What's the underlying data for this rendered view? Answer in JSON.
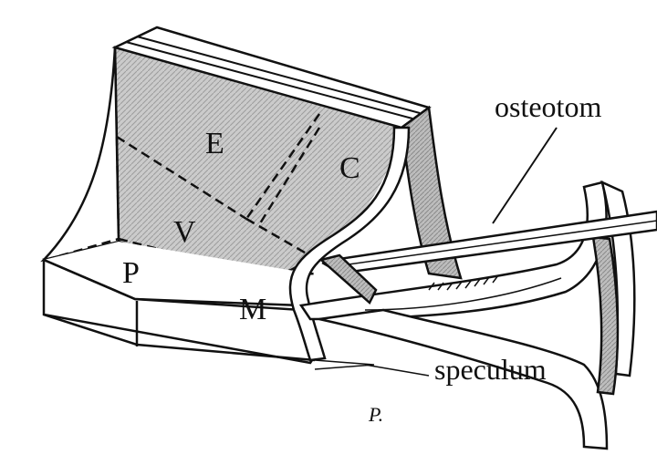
{
  "labels": {
    "E": "E",
    "C": "C",
    "V": "V",
    "P": "P",
    "M": "M",
    "osteotom": "osteotom",
    "speculum": "speculum",
    "signature": "P."
  },
  "colors": {
    "ink": "#111111",
    "shade": "#c9c9c9",
    "shade_dark": "#a9a9a9",
    "paper": "#ffffff"
  }
}
